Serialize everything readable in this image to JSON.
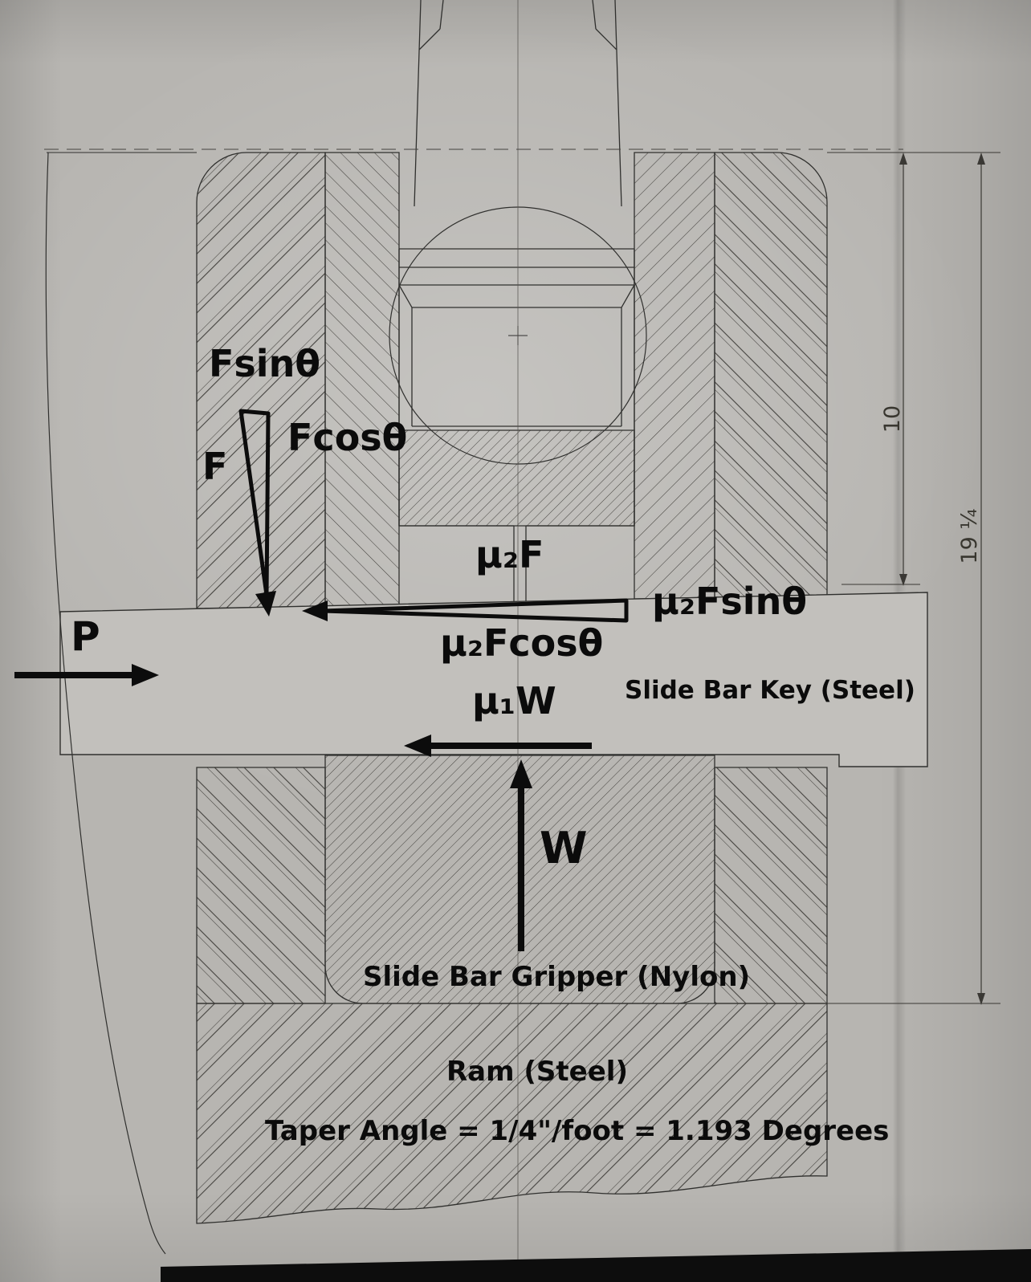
{
  "meta": {
    "title": "Slide bar gripper taper force diagram"
  },
  "colors": {
    "paper": "#b7b5b1",
    "ink": "#0b0b0b",
    "drawing_line": "#30302e",
    "hatch": "#44423e"
  },
  "forces": {
    "fsin": "Fsinθ",
    "f": "F",
    "fcos": "Fcosθ",
    "p": "P",
    "mu2f": "μ₂F",
    "mu2fsin": "μ₂Fsinθ",
    "mu2fcos": "μ₂Fcosθ",
    "mu1w": "μ₁W",
    "w": "W"
  },
  "parts": {
    "key": "Slide Bar Key (Steel)",
    "gripper": "Slide Bar Gripper (Nylon)",
    "ram": "Ram (Steel)"
  },
  "note": "Taper Angle = 1/4\"/foot = 1.193 Degrees",
  "dimensions": {
    "inner": "10",
    "outer": "19 ¼"
  }
}
